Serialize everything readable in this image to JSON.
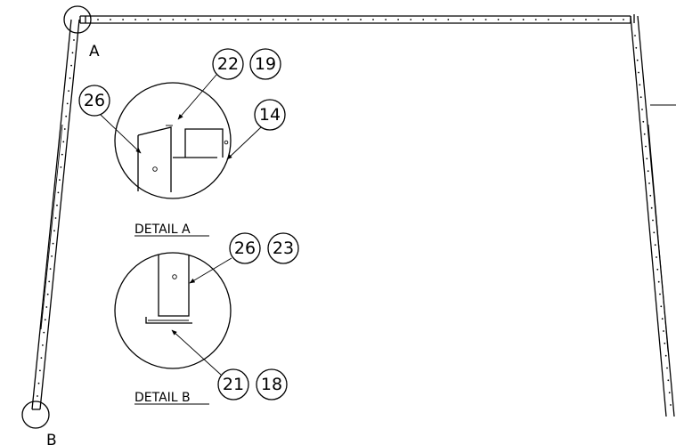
{
  "markers": {
    "detail_a_letter": "A",
    "detail_b_letter": "B"
  },
  "detail_a": {
    "caption": "DETAIL A",
    "callouts": [
      "22",
      "19",
      "26",
      "14"
    ]
  },
  "detail_b": {
    "caption": "DETAIL B",
    "callouts": [
      "26",
      "23",
      "21",
      "18"
    ]
  }
}
